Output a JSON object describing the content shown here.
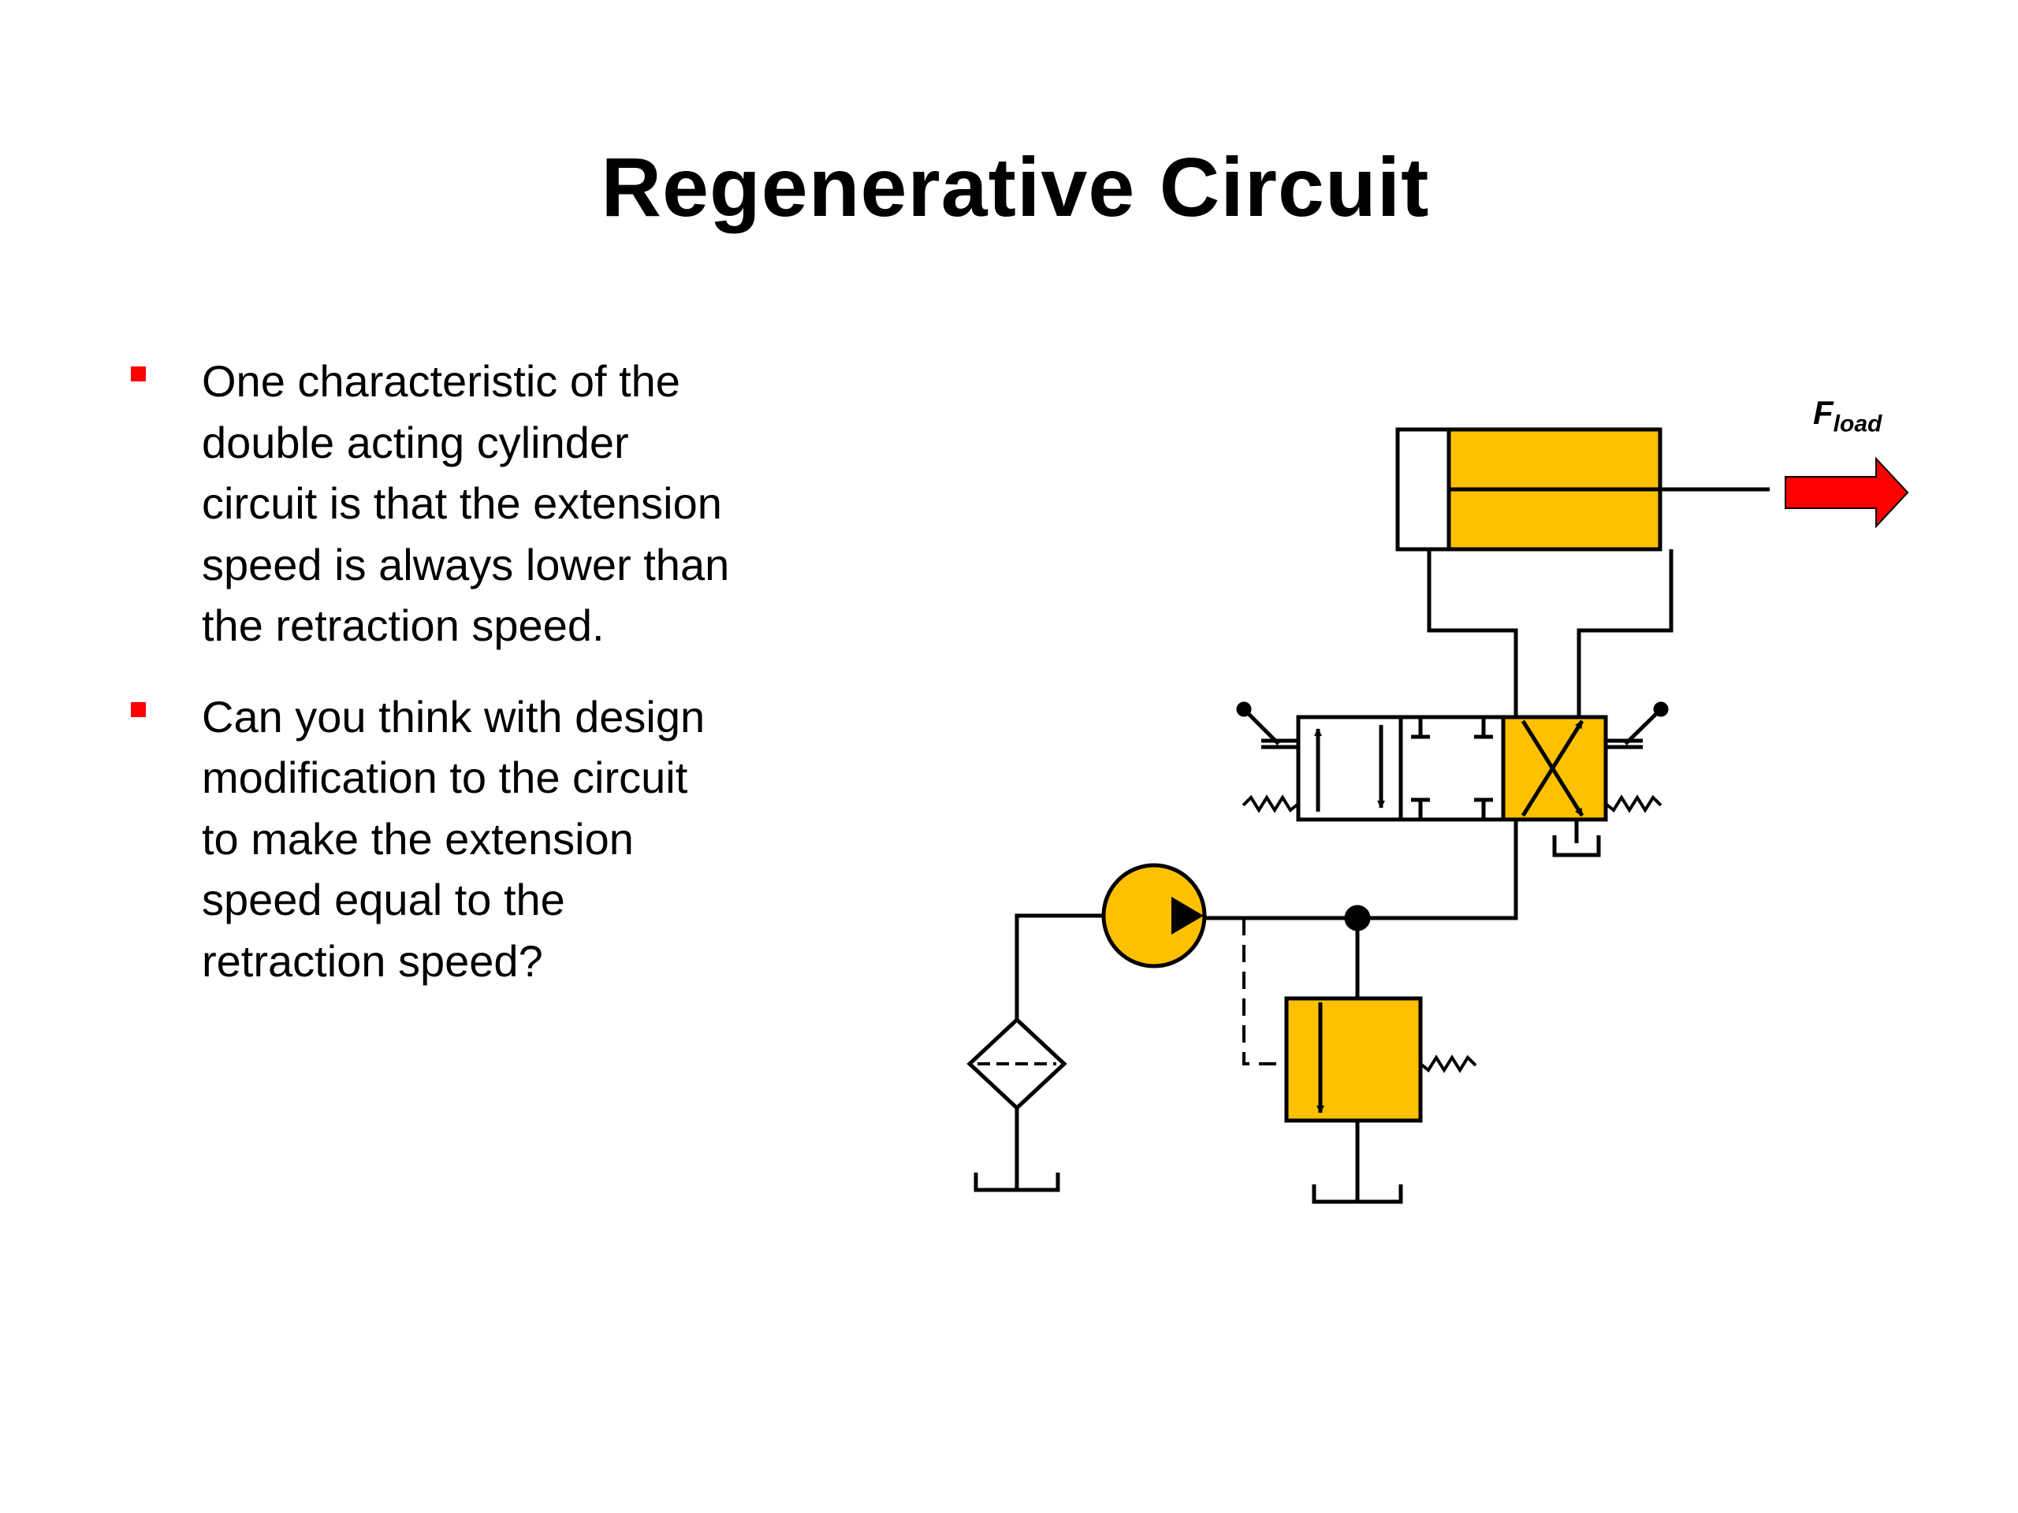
{
  "slide": {
    "title": "Regenerative Circuit",
    "bullets": [
      "One characteristic of the\ndouble acting cylinder\ncircuit is that the extension\nspeed is always lower than\nthe retraction speed.",
      "Can you think with design\nmodification to the circuit\nto make the extension\nspeed equal to the\nretraction speed?"
    ]
  },
  "diagram": {
    "force_label": "F",
    "force_subscript": "load",
    "colors": {
      "component_fill": "#FFC000",
      "line": "#000000",
      "force_arrow": "#FF0000"
    }
  }
}
